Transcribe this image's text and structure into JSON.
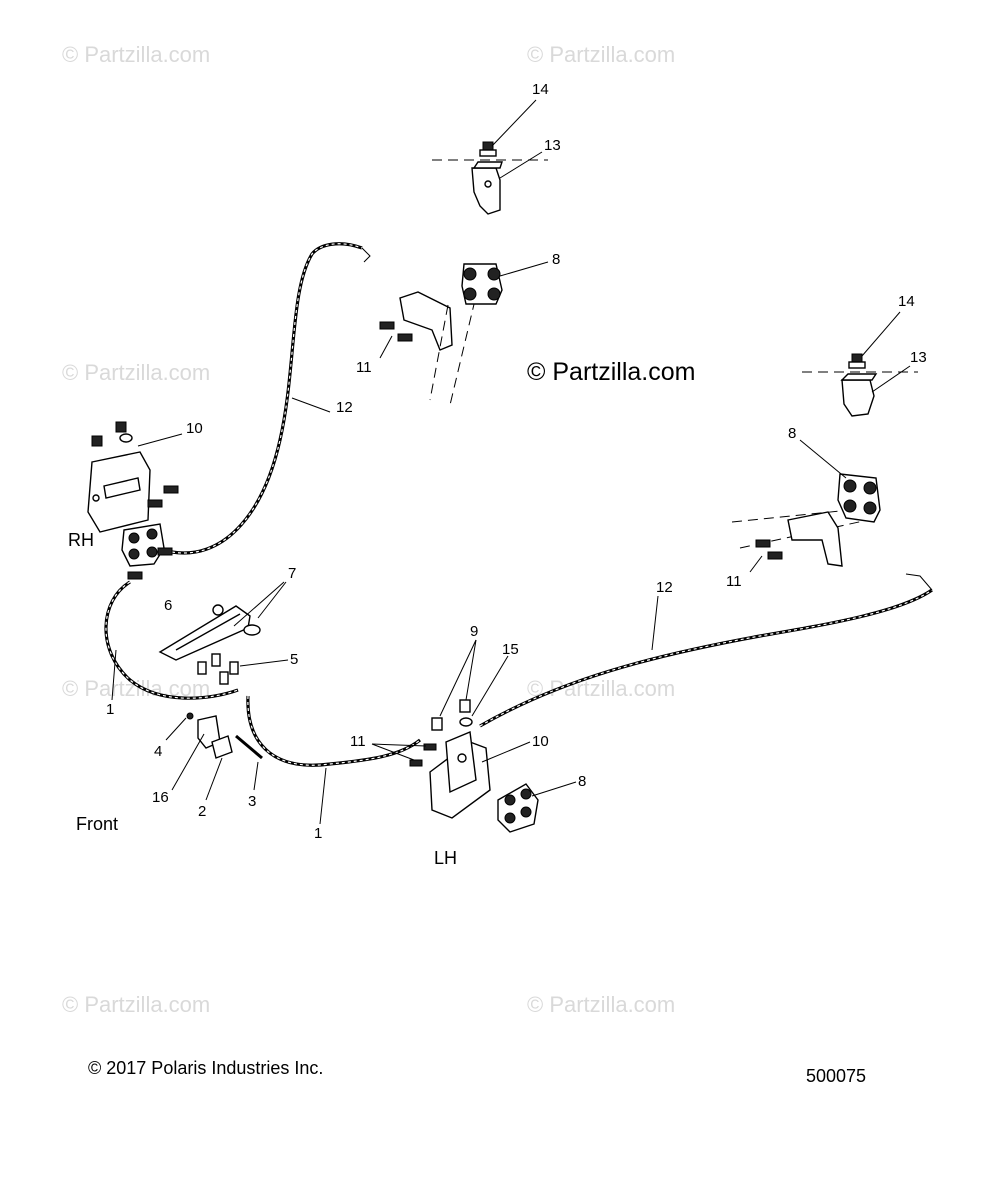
{
  "watermarks": {
    "small": "© Partzilla.com",
    "center": "© Partzilla.com"
  },
  "callouts": {
    "c1a": "1",
    "c1b": "1",
    "c2": "2",
    "c3": "3",
    "c4": "4",
    "c5": "5",
    "c6": "6",
    "c7": "7",
    "c8a": "8",
    "c8b": "8",
    "c8c": "8",
    "c9": "9",
    "c10a": "10",
    "c10b": "10",
    "c11a": "11",
    "c11b": "11",
    "c11c": "11",
    "c12a": "12",
    "c12b": "12",
    "c13a": "13",
    "c13b": "13",
    "c14a": "14",
    "c14b": "14",
    "c15": "15",
    "c16": "16"
  },
  "labels": {
    "rh": "RH",
    "lh": "LH",
    "front": "Front"
  },
  "footer": {
    "copyright": "© 2017 Polaris Industries Inc.",
    "diagram_number": "500075"
  }
}
